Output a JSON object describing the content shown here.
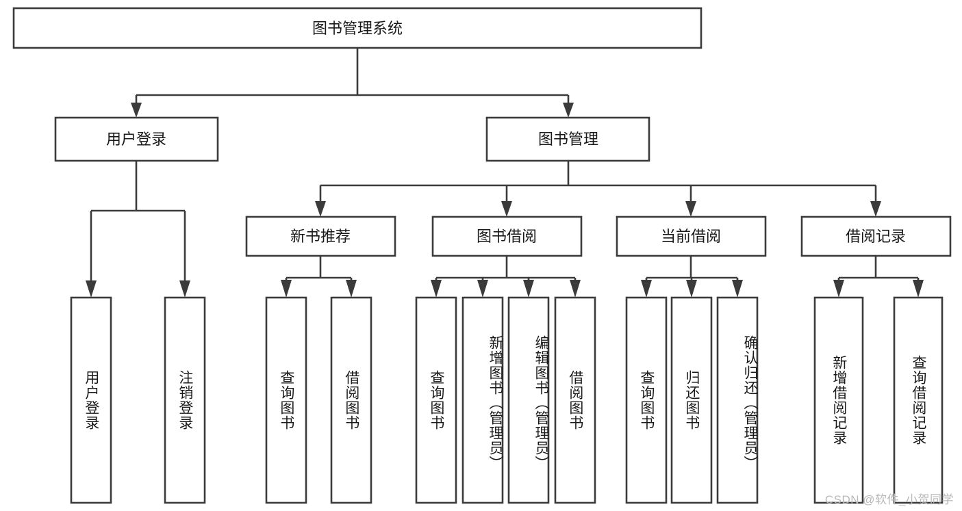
{
  "diagram": {
    "type": "tree-hierarchy",
    "orientation": "top-down",
    "title_node": {
      "label": "图书管理系统"
    },
    "level2": [
      {
        "label": "用户登录"
      },
      {
        "label": "图书管理"
      }
    ],
    "level3": [
      {
        "label": "新书推荐"
      },
      {
        "label": "图书借阅"
      },
      {
        "label": "当前借阅"
      },
      {
        "label": "借阅记录"
      }
    ],
    "leaves": {
      "user_login": [
        {
          "label": "用户登录"
        },
        {
          "label": "注销登录"
        }
      ],
      "new_book": [
        {
          "label": "查询图书"
        },
        {
          "label": "借阅图书"
        }
      ],
      "book_borrow": [
        {
          "label": "查询图书"
        },
        {
          "label": "新增图书（管理员）"
        },
        {
          "label": "编辑图书（管理员）"
        },
        {
          "label": "借阅图书"
        }
      ],
      "current_borrow": [
        {
          "label": "查询图书"
        },
        {
          "label": "归还图书"
        },
        {
          "label": "确认归还（管理员）"
        }
      ],
      "borrow_record": [
        {
          "label": "新增借阅记录"
        },
        {
          "label": "查询借阅记录"
        }
      ]
    }
  },
  "watermark": {
    "text": "CSDN @软件_小贺同学"
  },
  "colors": {
    "stroke": "#3b3b3b",
    "fill": "#ffffff",
    "text": "#1a1a1a",
    "watermark": "#b9b9b9"
  }
}
